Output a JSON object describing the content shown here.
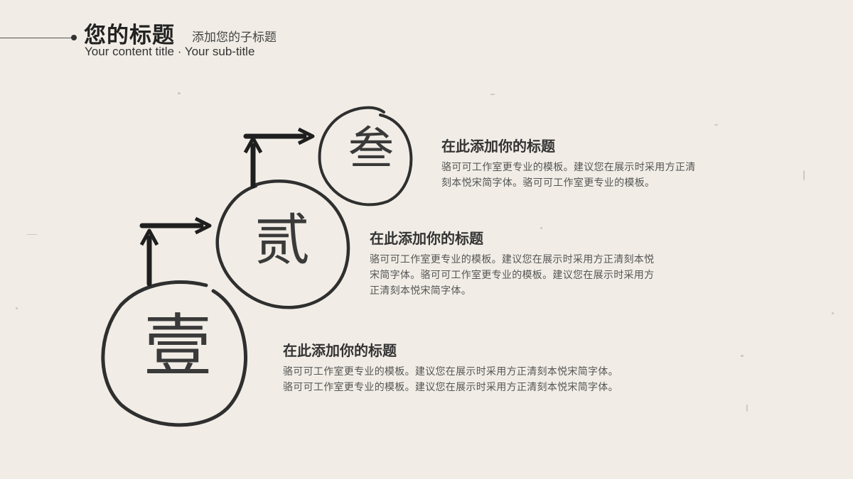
{
  "header": {
    "title": "您的标题",
    "subtitle": "添加您的子标题",
    "subtitle_en": "Your content title · Your sub-title"
  },
  "steps": [
    {
      "numeral": "叁",
      "heading": "在此添加你的标题",
      "lines": [
        "骆可可工作室更专业的模板。建议您在展示时采用方正清",
        "刻本悦宋简字体。骆可可工作室更专业的模板。"
      ]
    },
    {
      "numeral": "贰",
      "heading": "在此添加你的标题",
      "lines": [
        "骆可可工作室更专业的模板。建议您在展示时采用方正清刻本悦",
        "宋简字体。骆可可工作室更专业的模板。建议您在展示时采用方",
        "正清刻本悦宋简字体。"
      ]
    },
    {
      "numeral": "壹",
      "heading": "在此添加你的标题",
      "lines": [
        "骆可可工作室更专业的模板。建议您在展示时采用方正清刻本悦宋简字体。",
        "骆可可工作室更专业的模板。建议您在展示时采用方正清刻本悦宋简字体。"
      ]
    }
  ]
}
